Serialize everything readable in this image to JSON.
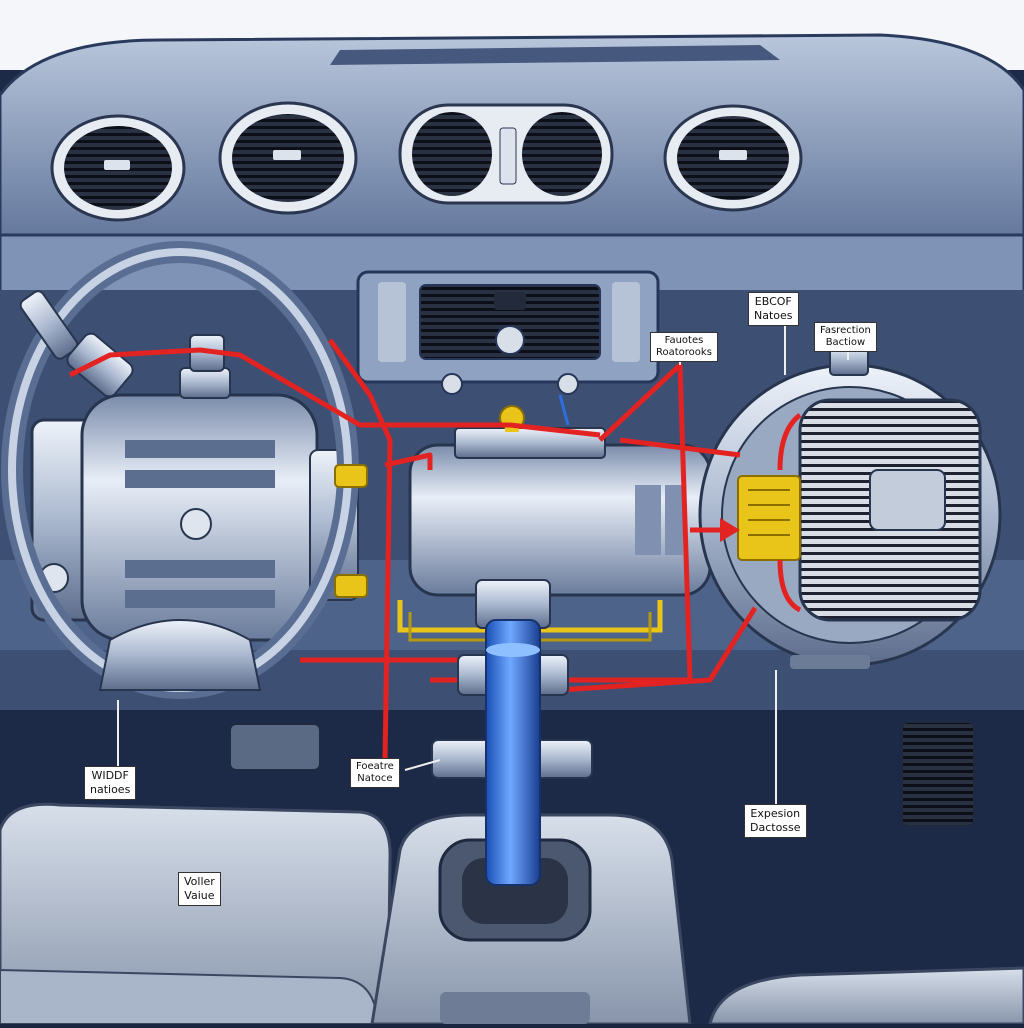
{
  "labels": {
    "top_right": {
      "line1": "EBCOF",
      "line2": "Natoes"
    },
    "mid_upper": {
      "line1": "Fauotes",
      "line2": "Roatorooks"
    },
    "right_upper": {
      "line1": "Fasrection",
      "line2": "Bactiow"
    },
    "left_lower": {
      "line1": "WIDDF",
      "line2": "natioes"
    },
    "center_lower": {
      "line1": "Foeatre",
      "line2": "Natoce"
    },
    "right_lower": {
      "line1": "Expesion",
      "line2": "Dactosse"
    },
    "seat": {
      "line1": "Voller",
      "line2": "Vaiue"
    }
  },
  "colors": {
    "refrigerant_line": "#e32222",
    "fitting": "#e9c51a",
    "shaft": "#2d6fe0",
    "metal": "#c9d3e2",
    "dash": "#5a6f95"
  }
}
